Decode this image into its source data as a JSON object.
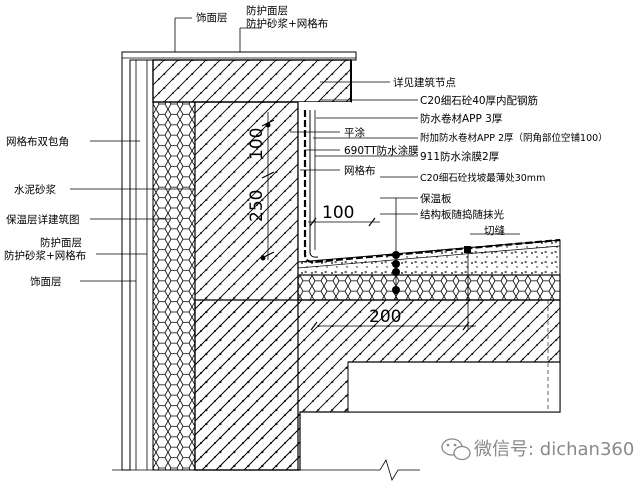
{
  "labels": {
    "top_facing": "饰面层",
    "top_protect_1": "防护面层",
    "top_protect_2": "防护砂浆+网格布",
    "node_detail": "详见建筑节点",
    "c20_rebar": "C20细石砼40厚内配钢筋",
    "membrane_app": "防水卷材APP  3厚",
    "membrane_extra": "附加防水卷材APP 2厚（阴角部位空铺100）",
    "coating_911": "911防水涂膜2厚",
    "c20_slope": "C20细石砼找坡最薄处30mm",
    "insulation_board": "保温板",
    "structure_slab": "结构板随捣随抹光",
    "plaster_flat": "平涂",
    "coating_690": "690TT防水涂膜",
    "mesh_cloth": "网格布",
    "cut_joint": "切缝",
    "left_mesh_double": "网格布双包角",
    "left_cement_mortar": "水泥砂浆",
    "left_insulation_detail": "保温层详建筑图",
    "left_protect_1": "防护面层",
    "left_protect_2": "防护砂浆+网格布",
    "left_facing": "饰面层"
  },
  "dimensions": {
    "d_100_h": "100",
    "d_250_v": "250",
    "d_100_v": "100",
    "d_200_h": "200"
  },
  "watermark": {
    "text": "微信号: dichan360",
    "icon": "wechat-icon"
  }
}
